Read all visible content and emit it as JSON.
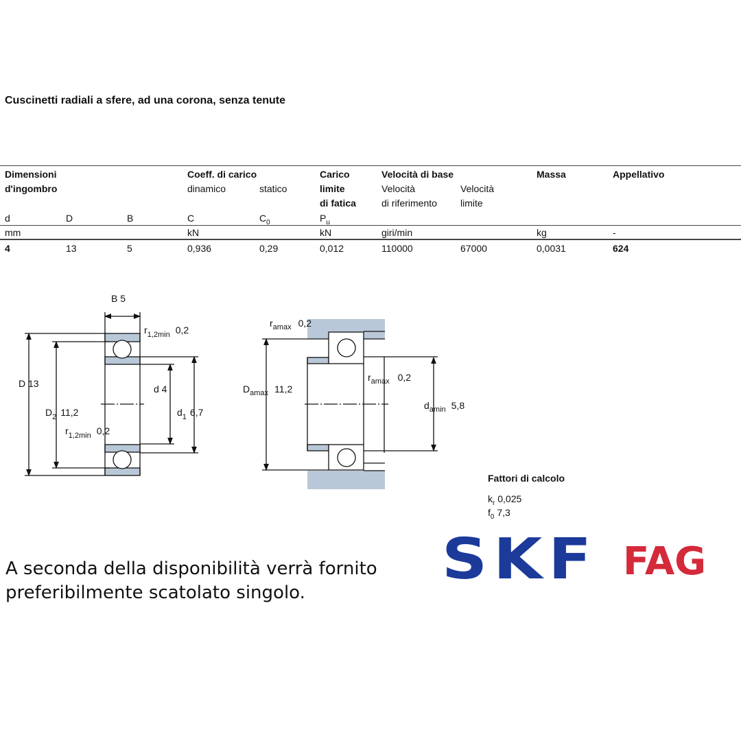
{
  "title": "Cuscinetti radiali a sfere, ad una corona, senza tenute",
  "table": {
    "groups": {
      "dim_1": "Dimensioni",
      "dim_2": "d'ingombro",
      "coeff": "Coeff. di carico",
      "dinamico": "dinamico",
      "statico": "statico",
      "carico_1": "Carico",
      "carico_2": "limite",
      "carico_3": "di fatica",
      "vel": "Velocità di base",
      "vel_rif_1": "Velocità",
      "vel_rif_2": "di riferimento",
      "vel_lim_1": "Velocità",
      "vel_lim_2": "limite",
      "massa": "Massa",
      "appellativo": "Appellativo"
    },
    "symbols": {
      "d": "d",
      "D": "D",
      "B": "B",
      "C": "C",
      "C0": "C",
      "C0_sub": "0",
      "Pu": "P",
      "Pu_sub": "u"
    },
    "units": {
      "mm": "mm",
      "kN1": "kN",
      "kN2": "kN",
      "speed": "giri/min",
      "kg": "kg",
      "app": "-"
    },
    "row": {
      "d": "4",
      "D": "13",
      "B": "5",
      "C": "0,936",
      "C0": "0,29",
      "Pu": "0,012",
      "vel_rif": "110000",
      "vel_lim": "67000",
      "massa": "0,0031",
      "appellativo": "624"
    }
  },
  "drawing1": {
    "B": "B 5",
    "r_top_sym": "r",
    "r_top_sub": "1,2min",
    "r_top_val": "0,2",
    "D": "D 13",
    "D2_sym": "D",
    "D2_sub": "2",
    "D2_val": "11,2",
    "r_bot_sym": "r",
    "r_bot_sub": "1,2min",
    "r_bot_val": "0,2",
    "d": "d 4",
    "d1_sym": "d",
    "d1_sub": "1",
    "d1_val": "6,7"
  },
  "drawing2": {
    "ra_top_sym": "r",
    "ra_top_sub": "amax",
    "ra_top_val": "0,2",
    "Da_sym": "D",
    "Da_sub": "amax",
    "Da_val": "11,2",
    "ra_mid_sym": "r",
    "ra_mid_sub": "amax",
    "ra_mid_val": "0,2",
    "da_sym": "d",
    "da_sub": "amin",
    "da_val": "5,8"
  },
  "factors": {
    "title": "Fattori di calcolo",
    "kr_sym": "k",
    "kr_sub": "r",
    "kr_val": "0,025",
    "f0_sym": "f",
    "f0_sub": "0",
    "f0_val": "7,3"
  },
  "note": {
    "line1": "A seconda della disponibilità verrà fornito",
    "line2": "preferibilmente scatolato singolo."
  },
  "logos": {
    "skf": "SKF",
    "fag": "FAG"
  },
  "colors": {
    "skf": "#1b3a9a",
    "fag": "#d42a3a",
    "shade": "#b9c8d8"
  }
}
